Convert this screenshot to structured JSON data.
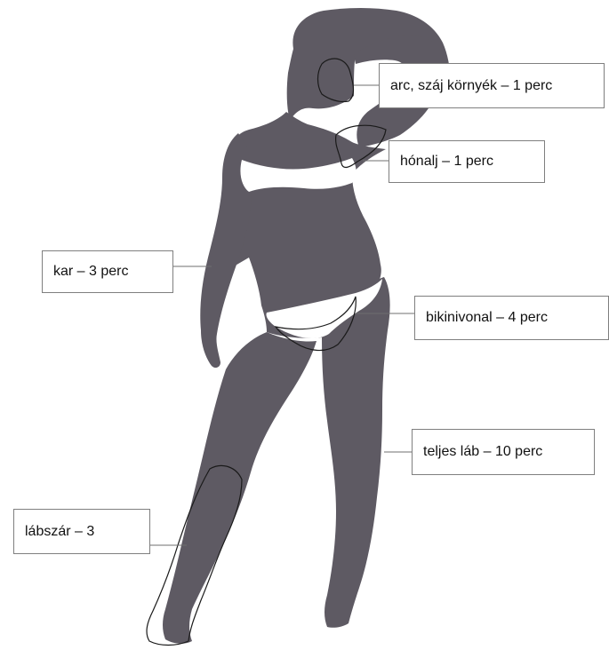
{
  "colors": {
    "silhouette": "#5e5a63",
    "clothing": "#ffffff",
    "outline": "#1a1a1a",
    "connector": "#6f6f6f",
    "box_border": "#7f7f7f"
  },
  "zones": [
    {
      "id": "face",
      "label": "arc, száj környék – 1 perc"
    },
    {
      "id": "armpit",
      "label": "hónalj – 1 perc"
    },
    {
      "id": "arm",
      "label": "kar – 3 perc"
    },
    {
      "id": "bikini",
      "label": "bikinivonal – 4 perc"
    },
    {
      "id": "leg",
      "label": "teljes láb – 10 perc"
    },
    {
      "id": "shin",
      "label": "lábszár – 3"
    }
  ]
}
